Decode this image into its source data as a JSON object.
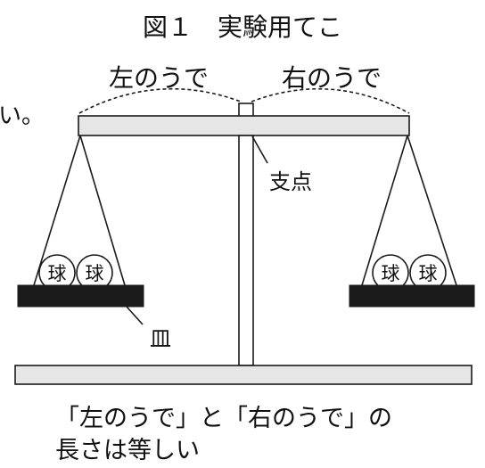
{
  "figure": {
    "title": "図１　実験用てこ",
    "left_arm_label": "左のうで",
    "right_arm_label": "右のうで",
    "fragment_text": "い。",
    "fulcrum_label": "支点",
    "dish_label": "皿",
    "ball_label": "球",
    "caption_line1": "「左のうで」と「右のうで」の",
    "caption_line2": "長さは等しい"
  },
  "colors": {
    "beam_fill": "#e6e6e6",
    "dish_fill": "#1b1b1b",
    "stroke": "#1a1a1a"
  }
}
